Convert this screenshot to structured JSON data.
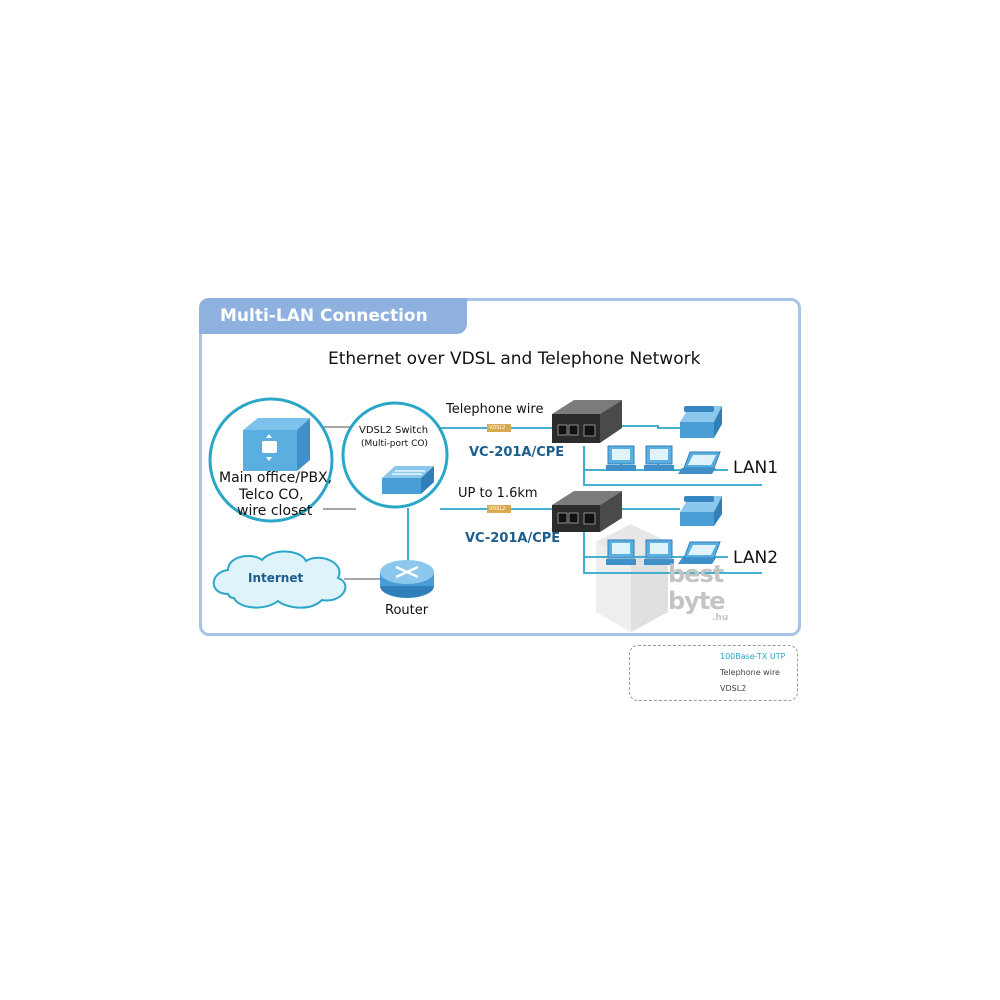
{
  "panel": {
    "title": "Multi-LAN Connection",
    "diagram_title": "Ethernet over VDSL and Telephone Network"
  },
  "nodes": {
    "main_office": {
      "line1": "Main office/PBX,",
      "line2": "Telco CO,",
      "line3": "wire closet"
    },
    "switch": {
      "line1": "VDSL2 Switch",
      "line2": "(Multi-port CO)"
    },
    "router": "Router",
    "internet": "Internet"
  },
  "links": {
    "top_label": "Telephone wire",
    "bottom_label": "UP to 1.6km",
    "vdsl_tag": "VDSL2"
  },
  "cpe_devices": [
    {
      "model": "VC-201A/CPE",
      "lan": "LAN1"
    },
    {
      "model": "VC-201A/CPE",
      "lan": "LAN2"
    }
  ],
  "legend": [
    {
      "label": "100Base-TX UTP",
      "color": "#2aa6c9"
    },
    {
      "label": "Telephone wire",
      "color": "#8a8a8a"
    },
    {
      "label": "VDSL2",
      "color": "#2aa6c9"
    }
  ],
  "watermark": {
    "line1": "best",
    "line2": "byte",
    "line3": ".hu"
  },
  "colors": {
    "accent_blue": "#2aa6c9",
    "device_blue": "#5aaee0",
    "panel_border": "#a9c3e6",
    "tab_fill": "#8fb1df",
    "model_text": "#1d5d8c"
  }
}
